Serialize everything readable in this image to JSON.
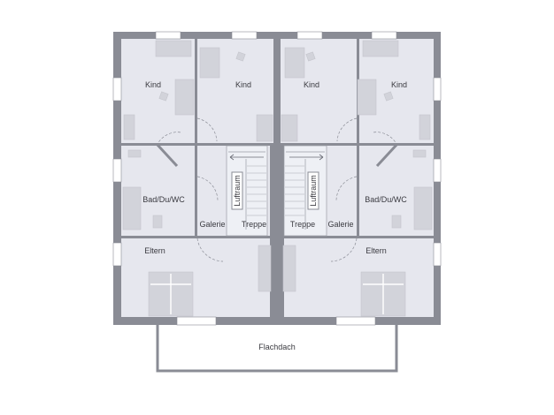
{
  "rooms": {
    "kind_1": "Kind",
    "kind_2": "Kind",
    "kind_3": "Kind",
    "kind_4": "Kind",
    "bad_left": "Bad/Du/WC",
    "bad_right": "Bad/Du/WC",
    "galerie_left": "Galerie",
    "galerie_right": "Galerie",
    "treppe_left": "Treppe",
    "treppe_right": "Treppe",
    "luftraum_left": "Luftraum",
    "luftraum_right": "Luftraum",
    "eltern_left": "Eltern",
    "eltern_right": "Eltern",
    "flachdach": "Flachdach"
  },
  "colors": {
    "wall": "#8a8c95",
    "floor": "#e6e7ee",
    "furniture": "#d2d3da",
    "roof": "#ffffff",
    "text": "#3a3a40"
  }
}
